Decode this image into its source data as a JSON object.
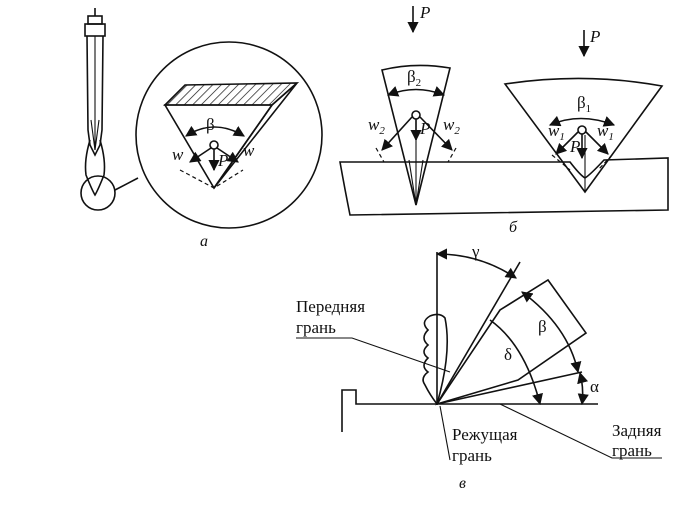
{
  "panel_a": {
    "caption": "а",
    "angle_label": "β",
    "force_label": "P",
    "left_w": "w",
    "right_w": "w"
  },
  "panel_b": {
    "caption": "б",
    "force_label_left": "P",
    "force_label_right": "P",
    "narrow_wedge": {
      "angle": "β",
      "angle_sub": "2",
      "w_left": "w",
      "w_left_sub": "2",
      "w_right": "w",
      "w_right_sub": "2",
      "force": "P"
    },
    "wide_wedge": {
      "angle": "β",
      "angle_sub": "1",
      "w_left": "w",
      "w_left_sub": "1",
      "w_right": "w",
      "w_right_sub": "1",
      "force": "P"
    }
  },
  "panel_v": {
    "caption": "в",
    "gamma": "γ",
    "beta": "β",
    "delta": "δ",
    "alpha": "α",
    "front_face_line1": "Передняя",
    "front_face_line2": "грань",
    "cutting_edge_line1": "Режущая",
    "cutting_edge_line2": "грань",
    "back_face_line1": "Задняя",
    "back_face_line2": "грань"
  }
}
